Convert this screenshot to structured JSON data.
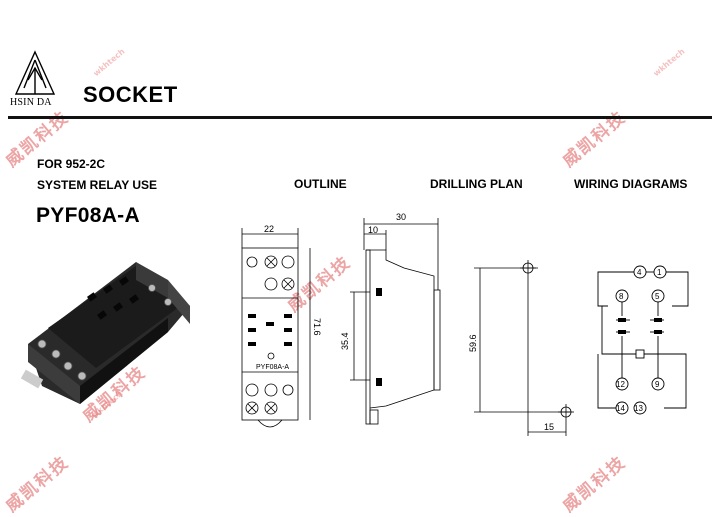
{
  "header": {
    "brand": "HSIN DA",
    "title": "SOCKET"
  },
  "product": {
    "for_line": "FOR 952-2C",
    "use_line": "SYSTEM RELAY USE",
    "model": "PYF08A-A"
  },
  "sections": {
    "outline": "OUTLINE",
    "drilling": "DRILLING PLAN",
    "wiring": "WIRING DIAGRAMS"
  },
  "dimensions": {
    "front_width": "22",
    "front_height": "71.6",
    "front_label": "PYF08A-A",
    "side_width": "30",
    "side_offset": "10",
    "side_height": "35.4",
    "drill_height": "59.6",
    "drill_offset": "15"
  },
  "terminals": {
    "t4": "4",
    "t1": "1",
    "t8": "8",
    "t5": "5",
    "t12": "12",
    "t9": "9",
    "t14": "14",
    "t13": "13"
  },
  "watermark": {
    "text": "威凯科技",
    "sub": "wkhtech"
  }
}
